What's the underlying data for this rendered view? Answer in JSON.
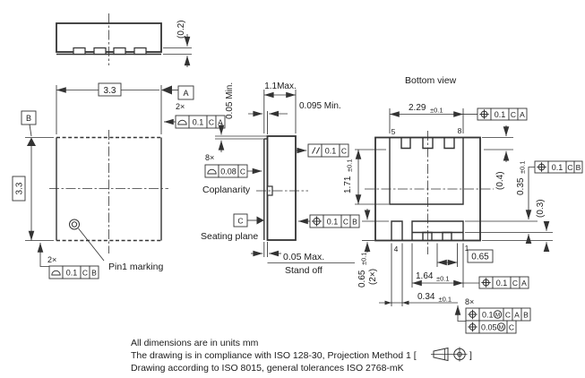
{
  "colors": {
    "line": "#333333",
    "text": "#1b1b1b",
    "background": "#ffffff"
  },
  "title": {
    "bottom_view": "Bottom view"
  },
  "labels": {
    "pin1_marking": "Pin1 marking",
    "coplanarity": "Coplanarity",
    "seating_plane": "Seating plane",
    "stand_off": "Stand off"
  },
  "datums": {
    "a": "A",
    "b": "B",
    "c": "C"
  },
  "counts": {
    "top_right": "2×",
    "coplanarity": "8×",
    "bottom_left": "2×",
    "leads": "8×"
  },
  "pins": {
    "p1": "1",
    "p4": "4",
    "p5": "5",
    "p8": "8"
  },
  "dims": {
    "mold_thickness": "(0.2)",
    "body_width": "3.3",
    "body_height": "3.3",
    "top_clearance": "0.05 Min.",
    "total_height": "1.1Max.",
    "lead_thickness": "0.095 Min.",
    "standoff": "0.05 Max.",
    "drain_pad_height": {
      "main": "1.71",
      "tol": "±0.1"
    },
    "drain_pad_width": {
      "main": "2.29",
      "tol": "±0.1"
    },
    "top_pin_length": "(0.4)",
    "pin_length": {
      "main": "0.35",
      "tol": "±0.1"
    },
    "pin_tip_length": "(0.3)",
    "pitch": "0.65",
    "source_pad_width": {
      "main": "1.64",
      "tol": "±0.1"
    },
    "gate_pad_width": {
      "main": "0.34",
      "tol": "±0.1"
    },
    "bottom_pad_height": {
      "main": "0.65",
      "tol": "±0.1"
    },
    "bottom_pad_qty": "(2×)"
  },
  "frames": {
    "top_profile": {
      "val": "0.1",
      "d1": "C",
      "d2": "A"
    },
    "coplanarity": {
      "val": "0.08",
      "d1": "C"
    },
    "left_profile": {
      "val": "0.1",
      "d1": "C",
      "d2": "B"
    },
    "parallelism": {
      "val": "0.1",
      "d1": "C"
    },
    "lead_position": {
      "val": "0.1",
      "d1": "C",
      "d2": "B"
    },
    "drain_position": {
      "val": "0.1",
      "d1": "C",
      "d2": "A"
    },
    "right_position": {
      "val": "0.1",
      "d1": "C",
      "d2": "B"
    },
    "source_position": {
      "val": "0.1",
      "d1": "C",
      "d2": "A"
    },
    "leads_position_1": {
      "val": "0.1",
      "mod": "M",
      "d1": "C",
      "d2": "A",
      "d3": "B"
    },
    "leads_position_2": {
      "val": "0.05",
      "mod": "M",
      "d1": "C"
    }
  },
  "footer": {
    "line1": "All dimensions are in units mm",
    "line2_before": "The drawing is in compliance with ISO 128-30, Projection Method 1 [",
    "line2_after": "]",
    "line3": "Drawing according to ISO 8015, general tolerances ISO 2768-mK"
  }
}
